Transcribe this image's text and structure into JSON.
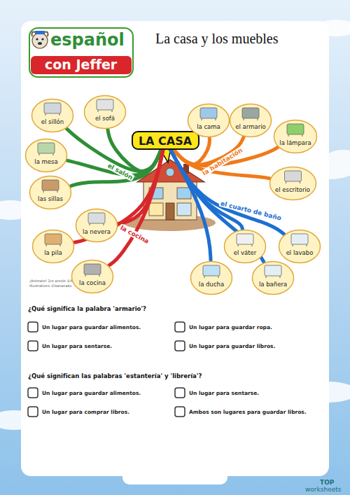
{
  "diagram": {
    "title": "La casa y los muebles",
    "nodes": [
      {
        "text": [
          "LA CASA"
        ]
      },
      {
        "text": [
          "el sillón"
        ]
      },
      {
        "text": [
          "el sofá"
        ]
      },
      {
        "text": [
          "la mesa"
        ]
      },
      {
        "text": [
          "las sillas"
        ]
      },
      {
        "text": [
          "la cama"
        ]
      },
      {
        "text": [
          "el armario"
        ]
      },
      {
        "text": [
          "la lámpara"
        ]
      },
      {
        "text": [
          "el escritorio"
        ]
      },
      {
        "text": [
          "el lavabo"
        ]
      },
      {
        "text": [
          "el váter"
        ]
      },
      {
        "text": [
          "la ducha"
        ]
      },
      {
        "text": [
          "la bañera"
        ]
      },
      {
        "text": [
          "la nevera"
        ]
      },
      {
        "text": [
          "la pila"
        ]
      },
      {
        "text": [
          "la cocina"
        ]
      }
    ],
    "edges": [
      {
        "from": 0,
        "to": 1,
        "arrow": "none",
        "label": "el salón"
      },
      {
        "from": 0,
        "to": 2,
        "arrow": "none"
      },
      {
        "from": 0,
        "to": 3,
        "arrow": "none"
      },
      {
        "from": 0,
        "to": 4,
        "arrow": "none"
      },
      {
        "from": 0,
        "to": 5,
        "arrow": "none",
        "label": "la habitación"
      },
      {
        "from": 0,
        "to": 6,
        "arrow": "none"
      },
      {
        "from": 0,
        "to": 7,
        "arrow": "none"
      },
      {
        "from": 0,
        "to": 8,
        "arrow": "none"
      },
      {
        "from": 0,
        "to": 9,
        "arrow": "none",
        "label": "el cuarto de baño"
      },
      {
        "from": 0,
        "to": 10,
        "arrow": "none"
      },
      {
        "from": 0,
        "to": 11,
        "arrow": "none"
      },
      {
        "from": 0,
        "to": 12,
        "arrow": "none"
      },
      {
        "from": 0,
        "to": 13,
        "arrow": "none",
        "label": "la cocina"
      },
      {
        "from": 0,
        "to": 14,
        "arrow": "none"
      },
      {
        "from": 0,
        "to": 15,
        "arrow": "none"
      }
    ],
    "labels": [
      "español",
      "con Jeffer",
      "¡Animate! 1re année ©Hatier 2011",
      "Illustrations ©bananako",
      "¿Qué significa la palabra 'armario'?",
      "Un lugar para guardar alimentos.",
      "Un lugar para guardar ropa.",
      "Un lugar para sentarse.",
      "Un lugar para guardar libros.",
      "¿Qué significan las palabras 'estantería' y 'librería'?",
      "Un lugar para guardar alimentos.",
      "Un lugar para sentarse.",
      "Un lugar para comprar libros.",
      "Ambos son lugares para guardar libros.",
      "TOP",
      "worksheets"
    ]
  }
}
